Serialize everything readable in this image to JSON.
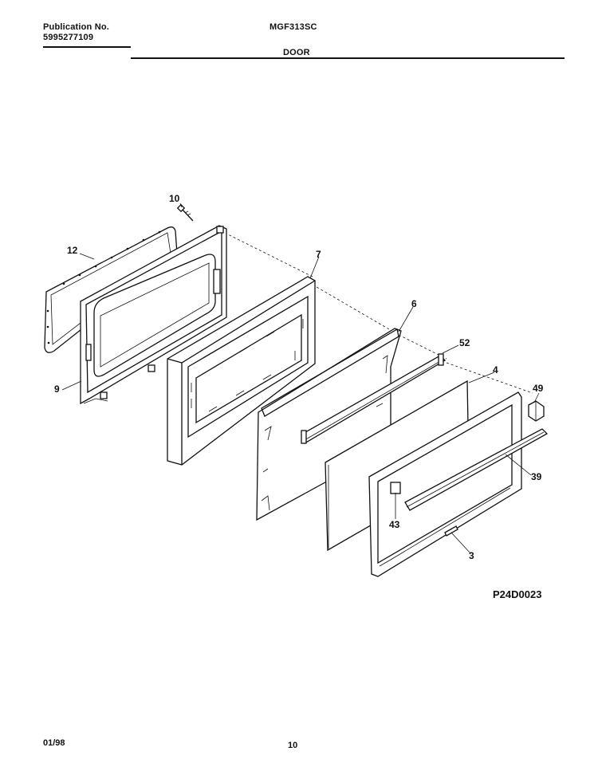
{
  "header": {
    "publication_label": "Publication No.",
    "publication_number": "5995277109",
    "model": "MGF313SC",
    "section": "DOOR"
  },
  "diagram": {
    "callouts": {
      "part_10": "10",
      "part_12": "12",
      "part_7": "7",
      "part_6": "6",
      "part_52": "52",
      "part_4": "4",
      "part_49": "49",
      "part_9": "9",
      "part_39": "39",
      "part_43": "43",
      "part_3": "3"
    },
    "drawing_code": "P24D0023"
  },
  "footer": {
    "date": "01/98",
    "page_number": "10"
  }
}
